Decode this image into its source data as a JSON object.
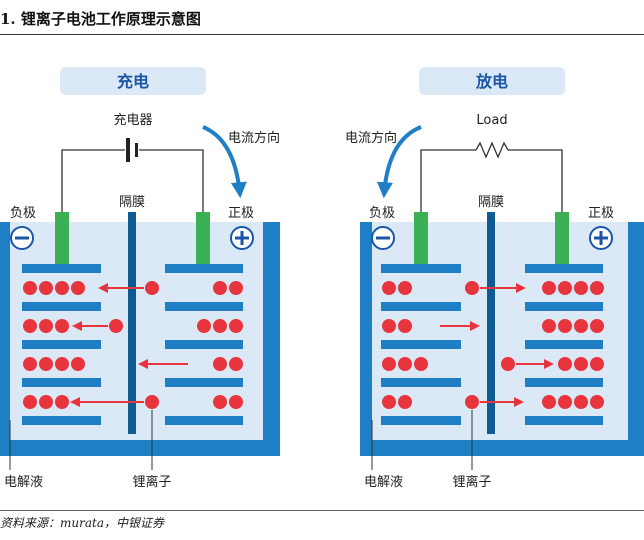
{
  "figure_title": "1. 锂离子电池工作原理示意图",
  "source": "资料来源：murata，中银证券",
  "charge": {
    "title": "充电",
    "device": "充电器",
    "current_direction": "电流方向",
    "negative": "负极",
    "positive": "正极",
    "separator": "隔膜",
    "electrolyte": "电解液",
    "ion": "锂离子"
  },
  "discharge": {
    "title": "放电",
    "device": "Load",
    "current_direction": "电流方向",
    "negative": "负极",
    "positive": "正极",
    "separator": "隔膜",
    "electrolyte": "电解液",
    "ion": "锂离子"
  },
  "colors": {
    "cell_wall": "#1f7fc4",
    "electrolyte": "#dbe8f6",
    "plate": "#1f7fc4",
    "electrode": "#3cb054",
    "ion": "#e8343c",
    "arrow": "#e8343c",
    "wire_arrow": "#1f7fc4",
    "pill": "#dbe8f6"
  },
  "icons": {
    "negative_terminal": "minus-circle-icon",
    "positive_terminal": "plus-circle-icon"
  }
}
